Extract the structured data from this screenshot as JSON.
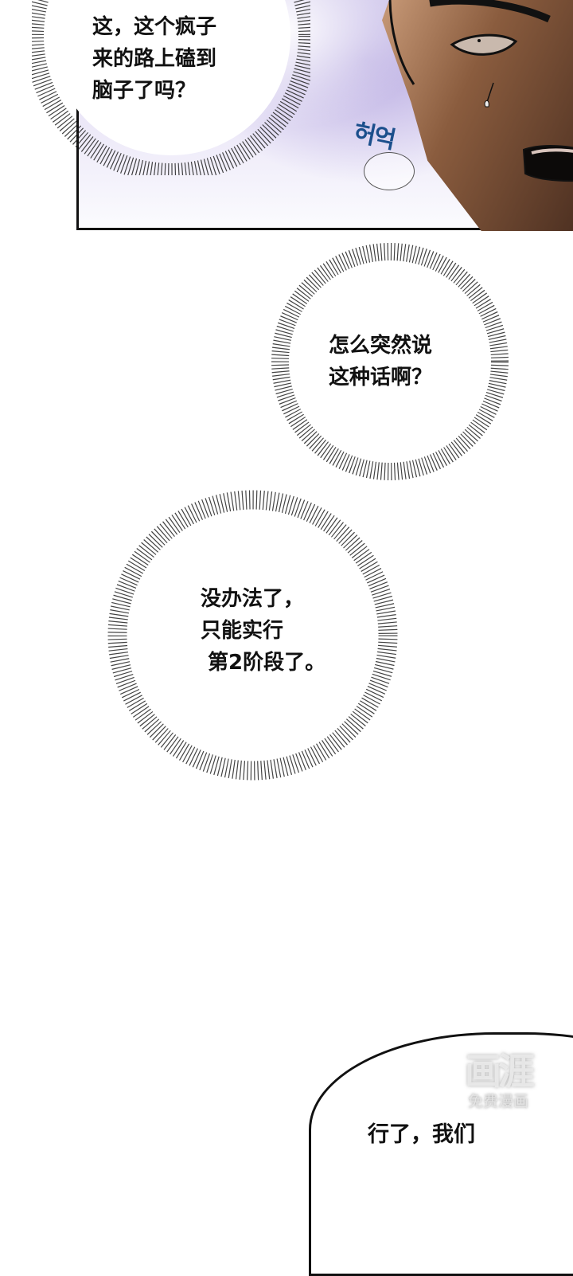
{
  "panel_top": {
    "bubble": {
      "lines": "这，这个疯子\n来的路上磕到\n脑子了吗？"
    },
    "sfx": {
      "text": "허억",
      "color": "#1b4f8c"
    },
    "background_color": "#e3ddf4",
    "skin_color": "#8a5c3e"
  },
  "bubble_2": {
    "lines": "怎么突然说\n这种话啊？"
  },
  "bubble_3": {
    "lines": "没办法了，\n只能实行\n 第2阶段了。"
  },
  "speech_bubble": {
    "lines": "行了，我们"
  },
  "watermark": {
    "logo": "画涯",
    "subtitle": "免费漫画"
  }
}
